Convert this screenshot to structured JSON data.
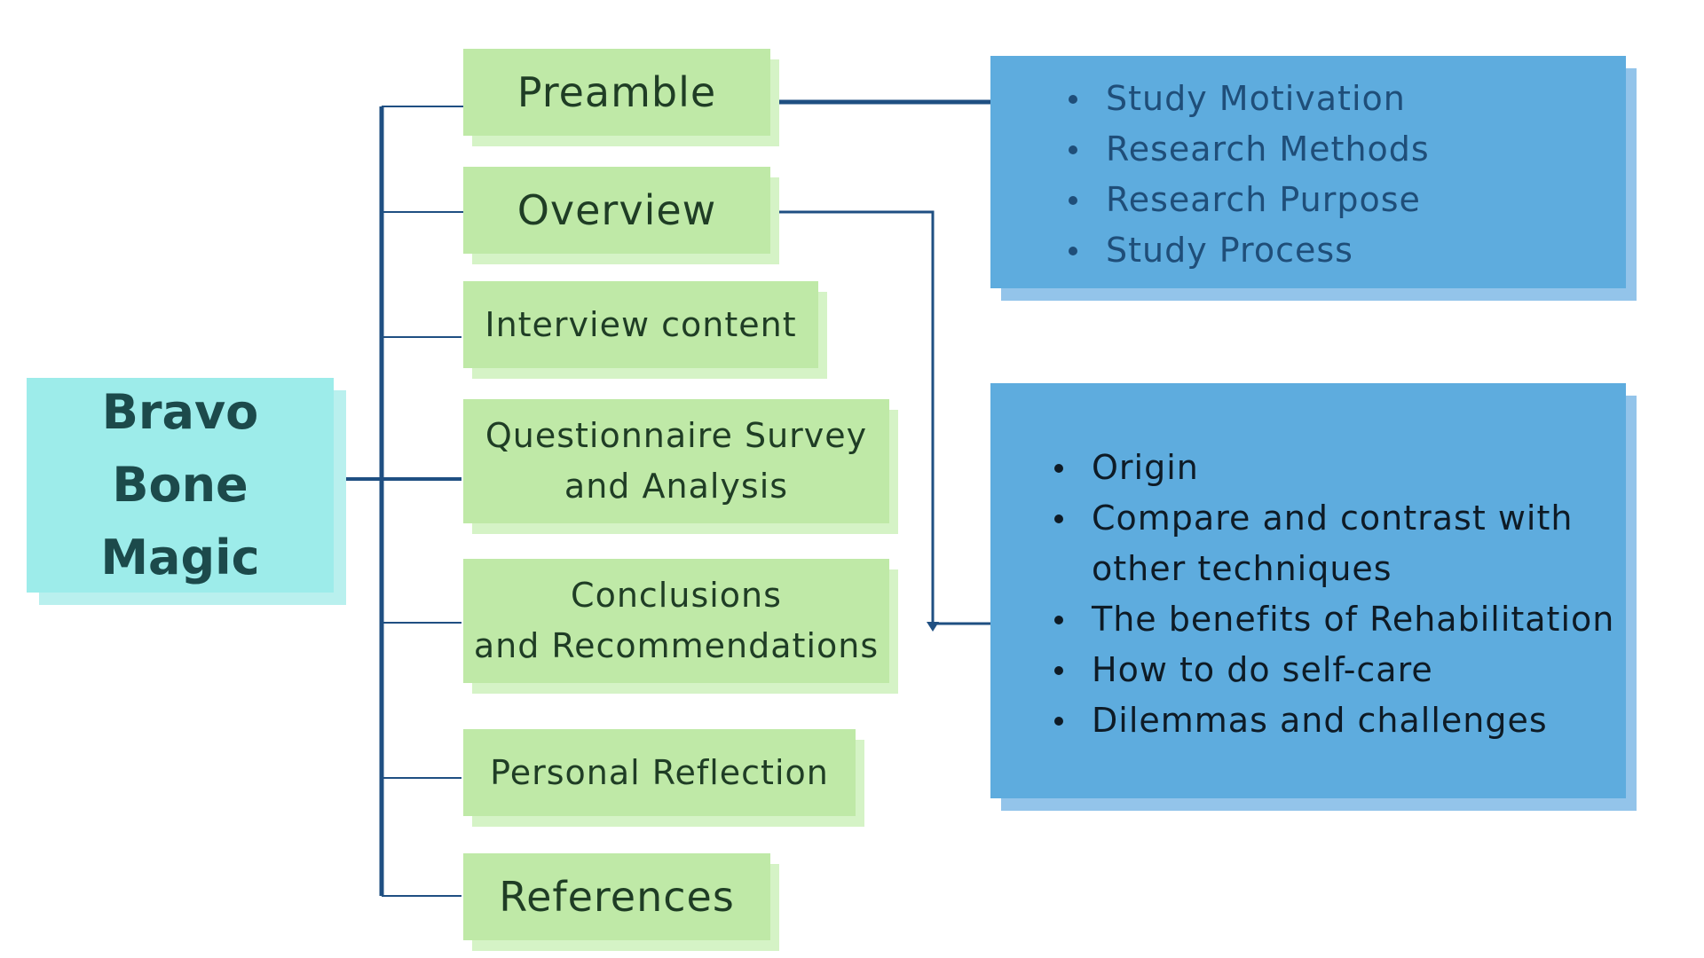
{
  "root": {
    "title_line1": "Bravo Bone",
    "title_line2": "Magic"
  },
  "sections": [
    {
      "label": "Preamble"
    },
    {
      "label": "Overview"
    },
    {
      "label": "Interview content"
    },
    {
      "label_line1": "Questionnaire Survey",
      "label_line2": "and Analysis"
    },
    {
      "label_line1": "Conclusions",
      "label_line2": "and Recommendations"
    },
    {
      "label": "Personal Reflection"
    },
    {
      "label": "References"
    }
  ],
  "preamble_details": {
    "items": [
      "Study Motivation",
      "Research Methods",
      "Research Purpose",
      "Study Process"
    ]
  },
  "overview_details": {
    "items": [
      "Origin",
      "Compare and contrast with",
      "other techniques",
      "The benefits of Rehabilitation",
      "How to do self-care",
      "Dilemmas and challenges"
    ]
  },
  "colors": {
    "connector": "#1f4f82",
    "root_fill": "#9decea",
    "section_fill": "#bfe9a7",
    "detail_fill": "#5eacde"
  }
}
